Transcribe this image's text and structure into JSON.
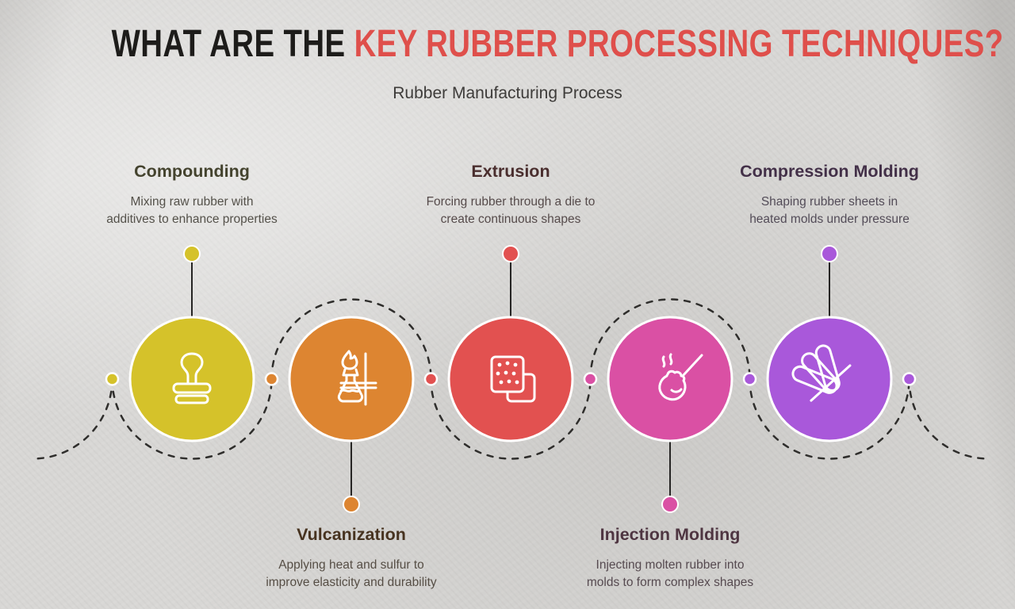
{
  "header": {
    "title_prefix": "WHAT ARE THE ",
    "title_highlight": "KEY RUBBER PROCESSING TECHNIQUES?",
    "subtitle": "Rubber Manufacturing Process"
  },
  "colors": {
    "background": "#d8d7d5",
    "title_prefix": "#1d1c1a",
    "title_highlight": "#df4f4b",
    "subtitle": "#3e3c3a",
    "dashed_path": "#2f2e2c",
    "connector_line": "#262524"
  },
  "steps": [
    {
      "title": "Compounding",
      "description_lines": [
        "Mixing raw rubber with",
        "additives to enhance properties"
      ],
      "color": "#d5c22a",
      "title_color": "#44432e",
      "text_color": "#54514a",
      "icon": "stamp-icon",
      "label_position": "top"
    },
    {
      "title": "Vulcanization",
      "description_lines": [
        "Applying heat and sulfur to",
        "improve elasticity and durability"
      ],
      "color": "#dd8531",
      "title_color": "#473320",
      "text_color": "#564e45",
      "icon": "burner-flask-icon",
      "label_position": "bottom"
    },
    {
      "title": "Extrusion",
      "description_lines": [
        "Forcing rubber through a die to",
        "create continuous shapes"
      ],
      "color": "#e25150",
      "title_color": "#4a2e2e",
      "text_color": "#564b4b",
      "icon": "perforated-die-icon",
      "label_position": "top"
    },
    {
      "title": "Injection Molding",
      "description_lines": [
        "Injecting molten rubber into",
        "molds to form complex shapes"
      ],
      "color": "#da50a4",
      "title_color": "#4e3541",
      "text_color": "#564a50",
      "icon": "injection-mold-icon",
      "label_position": "bottom"
    },
    {
      "title": "Compression Molding",
      "description_lines": [
        "Shaping rubber sheets in",
        "heated molds under pressure"
      ],
      "color": "#a958da",
      "title_color": "#433048",
      "text_color": "#534c58",
      "icon": "compression-loops-icon",
      "label_position": "top"
    }
  ]
}
